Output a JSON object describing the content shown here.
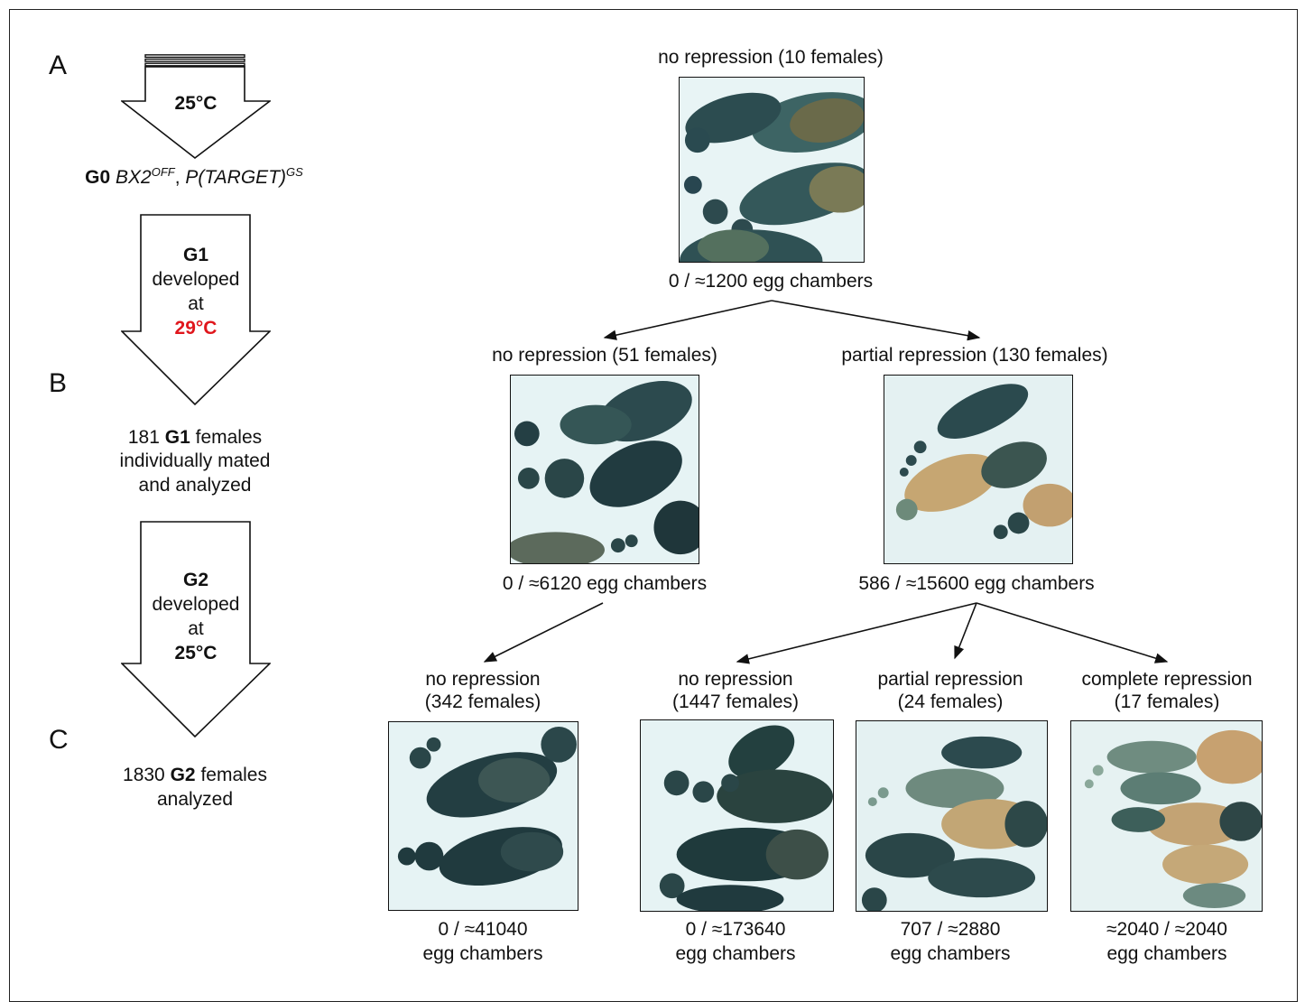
{
  "panels": {
    "a": "A",
    "b": "B",
    "c": "C"
  },
  "left": {
    "arrow1_label": "25°C",
    "g0": {
      "gen": "G0",
      "allele": "BX2",
      "allele_sup": "OFF",
      "sep": ", ",
      "transgene": "P(TARGET)",
      "transgene_sup": "GS"
    },
    "arrow2": {
      "gen": "G1",
      "line1": "developed",
      "line2": "at",
      "temp": "29°C"
    },
    "g1_summary": {
      "count": "181",
      "gen": "G1",
      "rest1": "females",
      "line2": "individually mated",
      "line3": "and analyzed"
    },
    "arrow3": {
      "gen": "G2",
      "line1": "developed",
      "line2": "at",
      "temp": "25°C"
    },
    "g2_summary": {
      "count": "1830",
      "gen": "G2",
      "rest1": "females",
      "line2": "analyzed"
    }
  },
  "tree": {
    "top": {
      "title": "no repression (10 females)",
      "count": "0 / ≈1200 egg chambers"
    },
    "mid_left": {
      "title": "no repression (51 females)",
      "count": "0 / ≈6120 egg chambers"
    },
    "mid_right": {
      "title": "partial repression (130 females)",
      "count": "586 / ≈15600 egg chambers"
    },
    "bottom": [
      {
        "title1": "no repression",
        "title2": "(342 females)",
        "count1": "0 / ≈41040",
        "count2": "egg chambers"
      },
      {
        "title1": "no repression",
        "title2": "(1447 females)",
        "count1": "0 / ≈173640",
        "count2": "egg chambers"
      },
      {
        "title1": "partial repression",
        "title2": "(24 females)",
        "count1": "707 / ≈2880",
        "count2": "egg chambers"
      },
      {
        "title1": "complete repression",
        "title2": "(17 females)",
        "count1": "≈2040 / ≈2040",
        "count2": "egg chambers"
      }
    ]
  },
  "colors": {
    "red": "#e0161c",
    "stain_dark": "#1f3b44",
    "stain_teal": "#3f6f74",
    "yolk": "#c9a877",
    "background": "#e6f3f4"
  }
}
